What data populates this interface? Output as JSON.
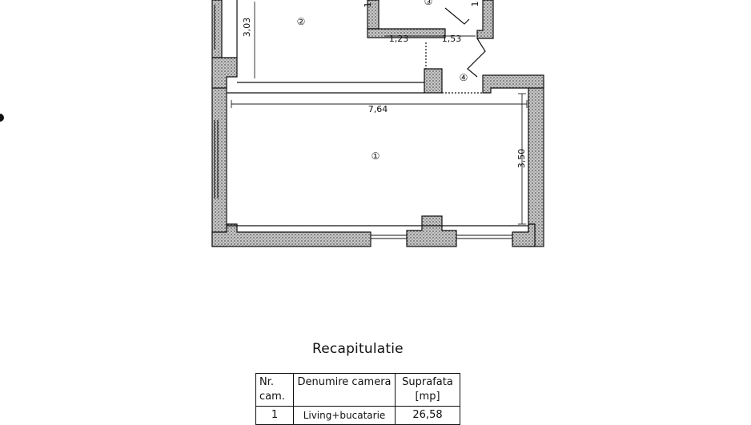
{
  "dimensions": {
    "room2_height": "3,03",
    "room3_height_partial": "1",
    "room3_side_partial": "1",
    "room3_width_a": "1,23",
    "room3_width_b": "1,53",
    "room1_length": "7,64",
    "room1_width": "3,50"
  },
  "room_numbers": {
    "room1": "①",
    "room2": "②",
    "room3": "③",
    "room4": "④"
  },
  "recap": {
    "title": "Recapitulatie",
    "headers": {
      "nr": "Nr. cam.",
      "name": "Denumire camera",
      "area": "Suprafata [mp]"
    },
    "rows": [
      {
        "nr": "1",
        "name": "Living+bucatarie",
        "area": "26,58"
      }
    ]
  },
  "colors": {
    "wall_fill": "#9a9a9a",
    "line": "#111111"
  }
}
